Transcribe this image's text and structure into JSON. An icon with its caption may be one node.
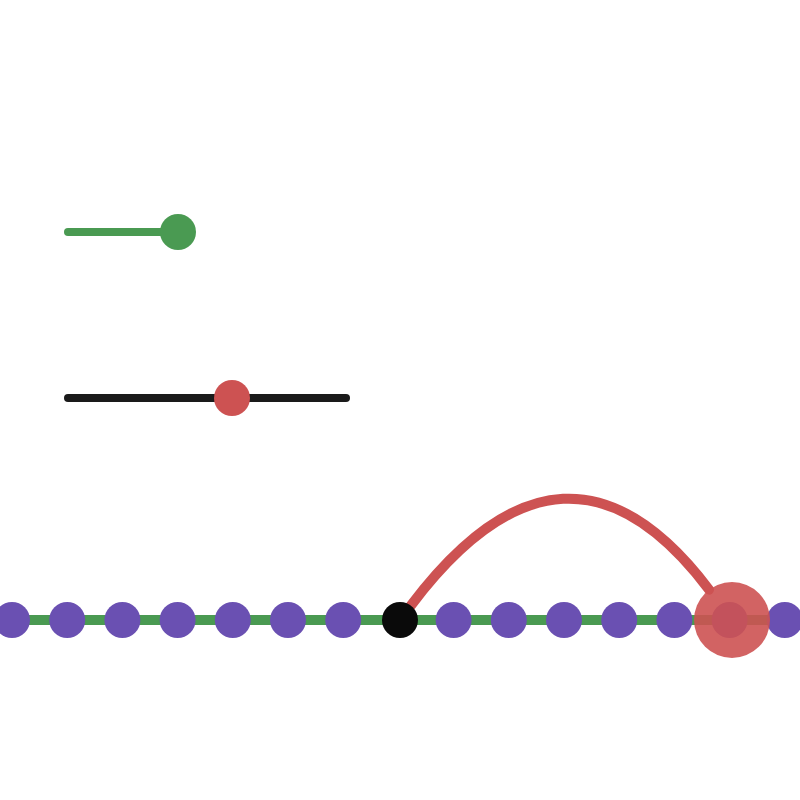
{
  "diagram": {
    "nodes": [
      {
        "text": [],
        "shape": "circle"
      },
      {
        "text": [],
        "shape": "circle"
      }
    ],
    "edges": [
      {
        "from": 0,
        "to": 1,
        "arrow": "none"
      }
    ]
  }
}
